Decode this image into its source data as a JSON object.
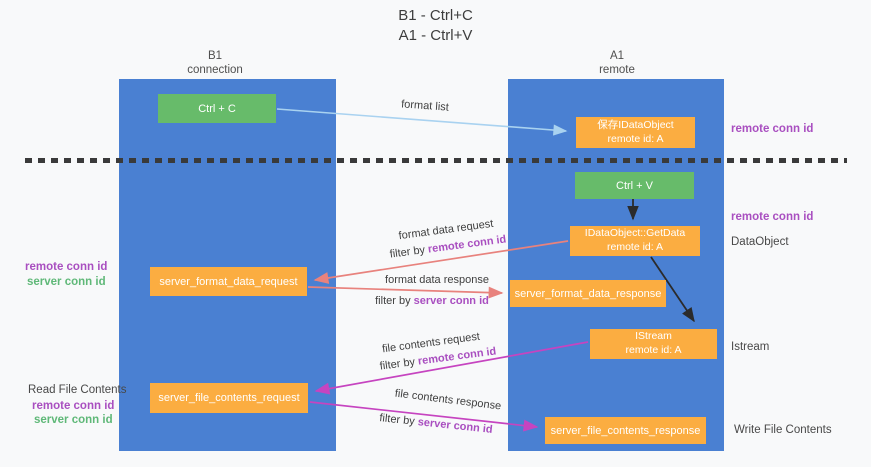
{
  "title": {
    "line1": "B1 - Ctrl+C",
    "line2": "A1 - Ctrl+V"
  },
  "lanes": {
    "b1": {
      "title": "B1",
      "subtitle": "connection"
    },
    "a1": {
      "title": "A1",
      "subtitle": "remote"
    }
  },
  "boxes": {
    "ctrl_c": {
      "label": "Ctrl + C"
    },
    "save_idataobject": {
      "line1": "保存IDataObject",
      "line2": "remote id: A"
    },
    "ctrl_v": {
      "label": "Ctrl + V"
    },
    "idataobject_getdata": {
      "line1": "IDataObject::GetData",
      "line2": "remote id: A"
    },
    "server_format_data_request": {
      "label": "server_format_data_request"
    },
    "server_format_data_response": {
      "label": "server_format_data_response"
    },
    "istream": {
      "line1": "IStream",
      "line2": "remote id: A"
    },
    "server_file_contents_request": {
      "label": "server_file_contents_request"
    },
    "server_file_contents_response": {
      "label": "server_file_contents_response"
    }
  },
  "flow_labels": {
    "format_list": "format list",
    "format_data_request": "format data request",
    "format_data_response": "format data response",
    "file_contents_request": "file contents request",
    "file_contents_response": "file contents response",
    "filter_by": "filter by",
    "remote_conn_id": "remote conn id",
    "server_conn_id": "server conn id"
  },
  "side_labels": {
    "right_top_remote_conn_id": "remote conn id",
    "right_mid_remote_conn_id": "remote conn id",
    "dataobject": "DataObject",
    "istream": "Istream",
    "write_file_contents": "Write File Contents",
    "read_file_contents": "Read File Contents",
    "left_top": {
      "remote": "remote conn id",
      "server": "server conn id"
    },
    "left_bottom": {
      "remote": "remote conn id",
      "server": "server conn id"
    }
  },
  "colors": {
    "lane_blue": "#4a80d2",
    "box_green": "#67bb6a",
    "box_orange": "#fbad41",
    "arrow_lightblue": "#a9d2f0",
    "arrow_salmon": "#e8827d",
    "arrow_magenta": "#c644c0",
    "arrow_black": "#2b2b2b",
    "label_purple": "#a94fc0",
    "label_green": "#5fb878",
    "background": "#f8f9fa"
  }
}
